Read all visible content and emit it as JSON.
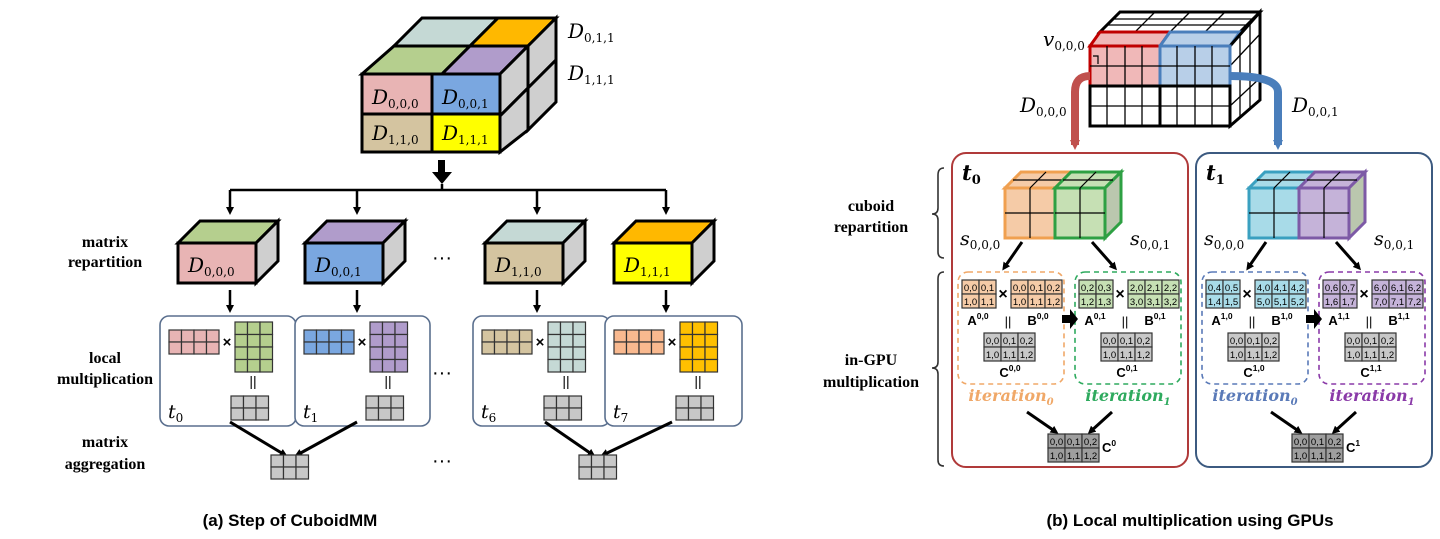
{
  "panel_a": {
    "caption": "(a) Step of CuboidMM",
    "cube_labels": {
      "front_top_left": "D",
      "front_top_left_sub": "0,0,0",
      "front_top_right": "D",
      "front_top_right_sub": "0,0,1",
      "front_bottom_left": "D",
      "front_bottom_left_sub": "1,1,0",
      "front_bottom_right": "D",
      "front_bottom_right_sub": "1,1,1",
      "side_top": "D",
      "side_top_sub": "0,1,1",
      "side_bottom": "D",
      "side_bottom_sub": "1,1,1"
    },
    "row_labels": {
      "matrix_repartition": [
        "matrix",
        "repartition"
      ],
      "local_multiplication": [
        "local",
        "multiplication"
      ],
      "matrix_aggregation": [
        "matrix",
        "aggregation"
      ]
    },
    "ellipsis": "···",
    "blocks": [
      {
        "label": "D",
        "sub": "0,0,0",
        "task": "t",
        "task_sub": "0",
        "front": "#e8b4b4",
        "top": "#b5cf8e",
        "a_color": "#e8b4b4",
        "b_color": "#b5cf8e"
      },
      {
        "label": "D",
        "sub": "0,0,1",
        "task": "t",
        "task_sub": "1",
        "front": "#7aa7e0",
        "top": "#b09ccb",
        "a_color": "#7aa7e0",
        "b_color": "#b09ccb"
      },
      {
        "label": "D",
        "sub": "1,1,0",
        "task": "t",
        "task_sub": "6",
        "front": "#d4c4a0",
        "top": "#c5d9d5",
        "a_color": "#d4c4a0",
        "b_color": "#c5d9d5"
      },
      {
        "label": "D",
        "sub": "1,1,1",
        "task": "t",
        "task_sub": "7",
        "front": "#ffff00",
        "top": "#ffb800",
        "a_color": "#f9b98f",
        "b_color": "#ffc000"
      }
    ],
    "times_symbol": "×",
    "equals_symbol": "="
  },
  "panel_b": {
    "caption": "(b) Local multiplication using GPUs",
    "top_cube": {
      "v_label": "v",
      "v_sub": "0,0,0",
      "left_arrow_label": "D",
      "left_arrow_sub": "0,0,0",
      "right_arrow_label": "D",
      "right_arrow_sub": "0,0,1"
    },
    "row_labels": {
      "cuboid_repartition": [
        "cuboid",
        "repartition"
      ],
      "in_gpu_multiplication": [
        "in-GPU",
        "multiplication"
      ]
    },
    "gpus": [
      {
        "task": "t",
        "task_sub": "0",
        "border_color": "#b03a3a",
        "s_left": "s",
        "s_left_sub": "0,0,0",
        "s_right": "s",
        "s_right_sub": "0,0,1",
        "cube_left_color": "#f5cba7",
        "cube_left_border": "#f0a050",
        "cube_right_color": "#c6e0b4",
        "cube_right_border": "#2ea043",
        "iterations": [
          {
            "label": "iteration",
            "label_sub": "0",
            "color": "#f0a868",
            "A": {
              "name": "A",
              "sup": "0,0",
              "cells": [
                [
                  "0,0",
                  "0,1"
                ],
                [
                  "1,0",
                  "1,1"
                ]
              ],
              "fill": "#f5cba7"
            },
            "B": {
              "name": "B",
              "sup": "0,0",
              "cells": [
                [
                  "0,0",
                  "0,1",
                  "0,2"
                ],
                [
                  "1,0",
                  "1,1",
                  "1,2"
                ]
              ],
              "fill": "#f5cba7"
            },
            "C": {
              "name": "C",
              "sup": "0,0",
              "cells": [
                [
                  "0,0",
                  "0,1",
                  "0,2"
                ],
                [
                  "1,0",
                  "1,1",
                  "1,2"
                ]
              ],
              "fill": "#c8c8c8"
            }
          },
          {
            "label": "iteration",
            "label_sub": "1",
            "color": "#2eaa5e",
            "A": {
              "name": "A",
              "sup": "0,1",
              "cells": [
                [
                  "0,2",
                  "0,3"
                ],
                [
                  "1,2",
                  "1,3"
                ]
              ],
              "fill": "#c6e0b4"
            },
            "B": {
              "name": "B",
              "sup": "0,1",
              "cells": [
                [
                  "2,0",
                  "2,1",
                  "2,2"
                ],
                [
                  "3,0",
                  "3,1",
                  "3,2"
                ]
              ],
              "fill": "#c6e0b4"
            },
            "C": {
              "name": "C",
              "sup": "0,1",
              "cells": [
                [
                  "0,0",
                  "0,1",
                  "0,2"
                ],
                [
                  "1,0",
                  "1,1",
                  "1,2"
                ]
              ],
              "fill": "#c8c8c8"
            }
          }
        ],
        "result": {
          "name": "C",
          "sup": "0",
          "cells": [
            [
              "0,0",
              "0,1",
              "0,2"
            ],
            [
              "1,0",
              "1,1",
              "1,2"
            ]
          ]
        }
      },
      {
        "task": "t",
        "task_sub": "1",
        "border_color": "#3c5a80",
        "s_left": "s",
        "s_left_sub": "0,0,0",
        "s_right": "s",
        "s_right_sub": "0,0,1",
        "cube_left_color": "#a8dbe8",
        "cube_left_border": "#3aa0c0",
        "cube_right_color": "#c5b3d9",
        "cube_right_border": "#7d5aa6",
        "iterations": [
          {
            "label": "iteration",
            "label_sub": "0",
            "color": "#5a7ab8",
            "A": {
              "name": "A",
              "sup": "1,0",
              "cells": [
                [
                  "0,4",
                  "0,5"
                ],
                [
                  "1,4",
                  "1,5"
                ]
              ],
              "fill": "#a8dbe8"
            },
            "B": {
              "name": "B",
              "sup": "1,0",
              "cells": [
                [
                  "4,0",
                  "4,1",
                  "4,2"
                ],
                [
                  "5,0",
                  "5,1",
                  "5,2"
                ]
              ],
              "fill": "#a8dbe8"
            },
            "C": {
              "name": "C",
              "sup": "1,0",
              "cells": [
                [
                  "0,0",
                  "0,1",
                  "0,2"
                ],
                [
                  "1,0",
                  "1,1",
                  "1,2"
                ]
              ],
              "fill": "#c8c8c8"
            }
          },
          {
            "label": "iteration",
            "label_sub": "1",
            "color": "#8a3aa8",
            "A": {
              "name": "A",
              "sup": "1,1",
              "cells": [
                [
                  "0,6",
                  "0,7"
                ],
                [
                  "1,6",
                  "1,7"
                ]
              ],
              "fill": "#c5b3d9"
            },
            "B": {
              "name": "B",
              "sup": "1,1",
              "cells": [
                [
                  "6,0",
                  "6,1",
                  "6,2"
                ],
                [
                  "7,0",
                  "7,1",
                  "7,2"
                ]
              ],
              "fill": "#c5b3d9"
            },
            "C": {
              "name": "C",
              "sup": "1,1",
              "cells": [
                [
                  "0,0",
                  "0,1",
                  "0,2"
                ],
                [
                  "1,0",
                  "1,1",
                  "1,2"
                ]
              ],
              "fill": "#c8c8c8"
            }
          }
        ],
        "result": {
          "name": "C",
          "sup": "1",
          "cells": [
            [
              "0,0",
              "0,1",
              "0,2"
            ],
            [
              "1,0",
              "1,1",
              "1,2"
            ]
          ]
        }
      }
    ],
    "times_symbol": "×",
    "equals_symbol": "="
  }
}
